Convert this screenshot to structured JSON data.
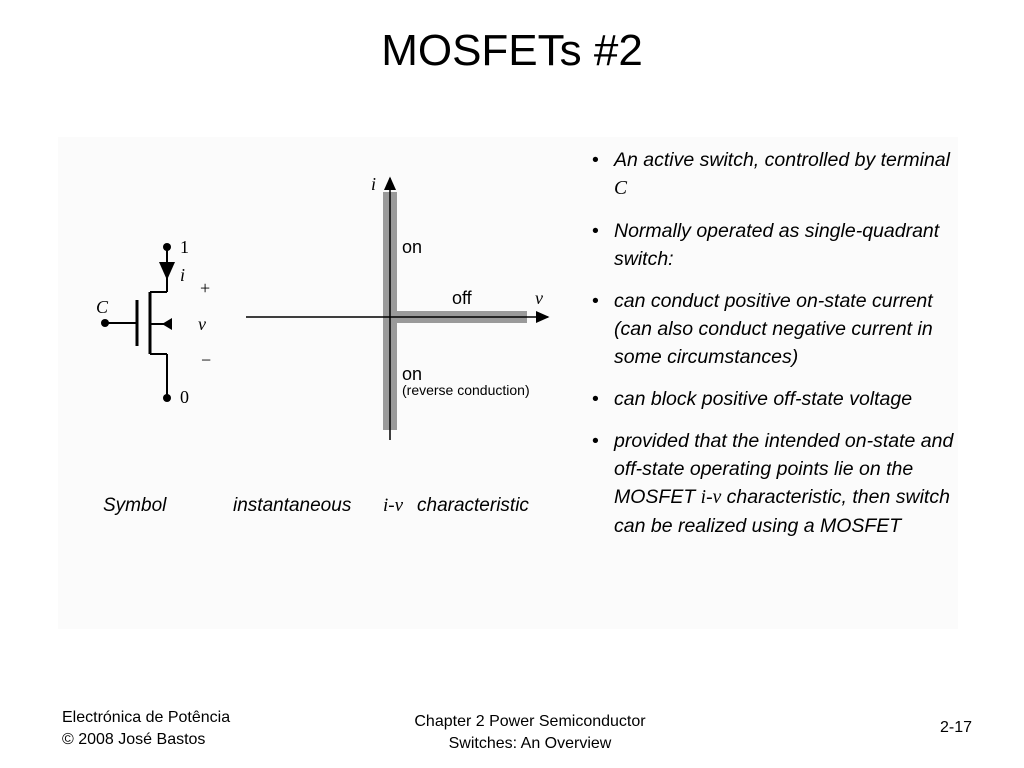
{
  "title": "MOSFETs #2",
  "diagram": {
    "terminal_1": "1",
    "terminal_0": "0",
    "current_label": "i",
    "gate_label": "C",
    "plus": "+",
    "minus": "−",
    "voltage_label": "v",
    "axis_i": "i",
    "axis_v": "v",
    "on_top": "on",
    "off": "off",
    "on_bottom": "on",
    "reverse_conduction": "(reverse conduction)",
    "caption_symbol": "Symbol",
    "caption_instantaneous": "instantaneous",
    "caption_iv": "i-v",
    "caption_characteristic": "characteristic"
  },
  "bullets": [
    {
      "text": "An active switch, controlled by terminal",
      "symbol": "C",
      "after": ""
    },
    {
      "text": "Normally operated as single-quadrant switch:",
      "symbol": "",
      "after": ""
    },
    {
      "text": "can conduct positive on-state current (can also conduct negative current in some circumstances)",
      "symbol": "",
      "after": ""
    },
    {
      "text": "can block positive off-state voltage",
      "symbol": "",
      "after": ""
    },
    {
      "text": "provided that the intended on-state and off-state operating points lie on the MOSFET",
      "symbol": "i-v",
      "after": "characteristic, then switch can be realized using a MOSFET"
    }
  ],
  "footer": {
    "left_line1": "Electrónica de Potência",
    "left_line2": "© 2008 José Bastos",
    "center_line1": "Chapter 2 Power Semiconductor",
    "center_line2": "Switches: An Overview",
    "page": "2-17"
  }
}
